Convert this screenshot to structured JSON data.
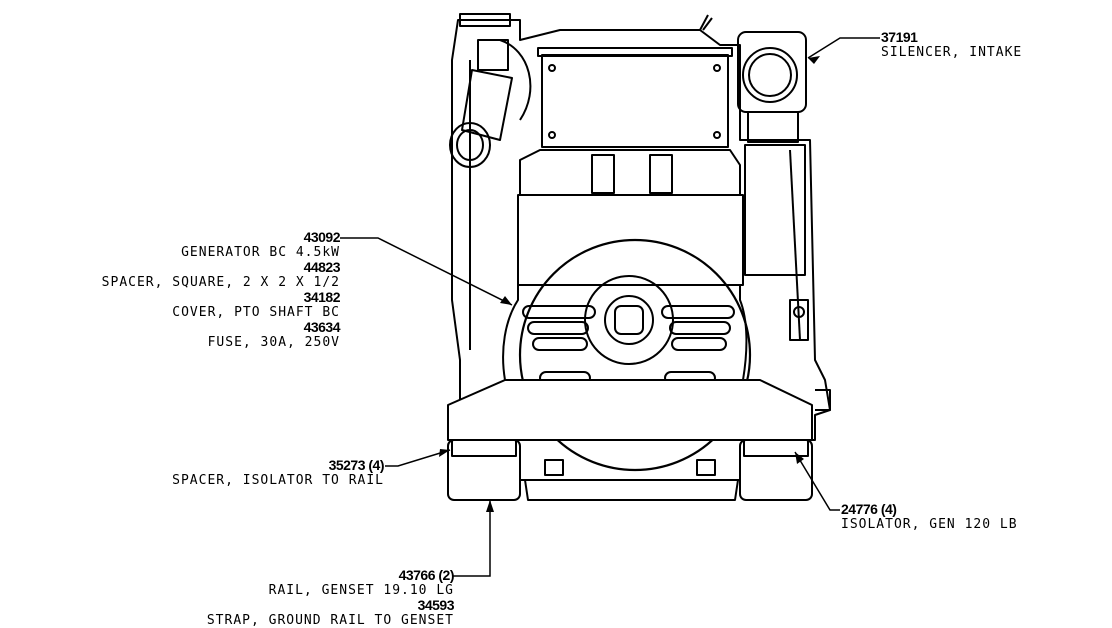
{
  "callouts": {
    "silencer": {
      "part": "37191",
      "desc": "SILENCER, INTAKE"
    },
    "generator": {
      "part": "43092",
      "desc": "GENERATOR BC 4.5kW"
    },
    "spacer_square": {
      "part": "44823",
      "desc": "SPACER, SQUARE, 2 X 2 X 1/2"
    },
    "cover_pto": {
      "part": "34182",
      "desc": "COVER, PTO SHAFT BC"
    },
    "fuse": {
      "part": "43634",
      "desc": "FUSE, 30A, 250V"
    },
    "spacer_isolator": {
      "part": "35273 (4)",
      "desc": "SPACER, ISOLATOR TO RAIL"
    },
    "isolator": {
      "part": "24776 (4)",
      "desc": "ISOLATOR, GEN 120 LB"
    },
    "rail": {
      "part": "43766 (2)",
      "desc": "RAIL, GENSET 19.10 LG"
    },
    "strap": {
      "part": "34593",
      "desc": "STRAP, GROUND RAIL TO GENSET"
    }
  }
}
